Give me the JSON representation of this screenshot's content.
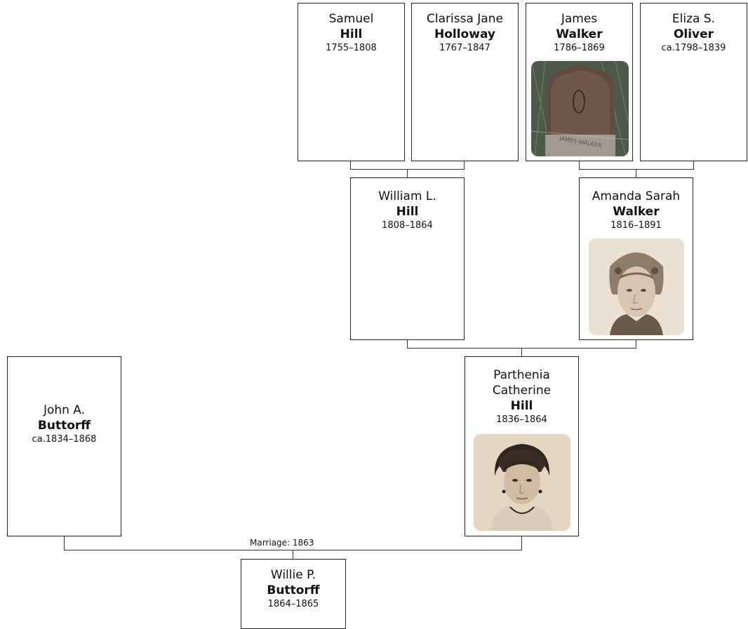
{
  "persons": {
    "samuel": {
      "first": "Samuel",
      "last": "Hill",
      "years": "1755–1808"
    },
    "clarissa": {
      "first": "Clarissa Jane",
      "last": "Holloway",
      "years": "1767–1847"
    },
    "james": {
      "first": "James",
      "last": "Walker",
      "years": "1786–1869",
      "photo": "gravestone"
    },
    "eliza": {
      "first": "Eliza S.",
      "last": "Oliver",
      "years": "ca.1798–1839"
    },
    "william": {
      "first": "William L.",
      "last": "Hill",
      "years": "1808–1864"
    },
    "amanda": {
      "first": "Amanda Sarah",
      "last": "Walker",
      "years": "1816–1891",
      "photo": "portrait"
    },
    "john": {
      "first": "John A.",
      "last": "Buttorff",
      "years": "ca.1834–1868"
    },
    "parthenia": {
      "first_line1": "Parthenia",
      "first_line2": "Catherine",
      "last": "Hill",
      "years": "1836–1864",
      "photo": "portrait"
    },
    "willie": {
      "first": "Willie P.",
      "last": "Buttorff",
      "years": "1864–1865"
    }
  },
  "marriage_label": "Marriage: 1863"
}
